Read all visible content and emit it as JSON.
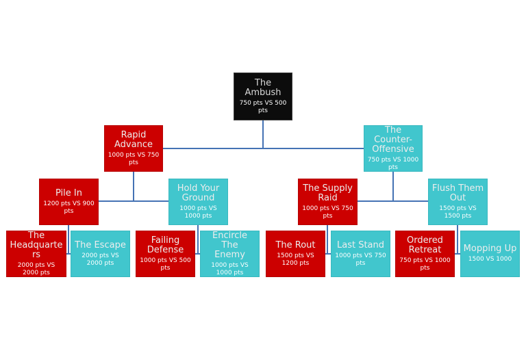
{
  "diagram": {
    "description": "Campaign battle tree",
    "colors": {
      "root_black": "#0c0c0c",
      "attacker_red": "#cc0000",
      "defender_cyan": "#41c6cd",
      "connector_blue": "#4472b4",
      "title_text": "#ededed",
      "points_text": "#ffffff",
      "background": "#ffffff"
    }
  },
  "nodes": {
    "ambush": {
      "title": "The\nAmbush",
      "points": "750 pts VS 500\npts",
      "color": "black",
      "parent": null
    },
    "rapid_advance": {
      "title": "Rapid\nAdvance",
      "points": "1000 pts VS 750\npts",
      "color": "red",
      "parent": "ambush"
    },
    "counter_offensive": {
      "title": "The\nCounter-\nOffensive",
      "points": "750 pts VS 1000\npts",
      "color": "cyan",
      "parent": "ambush"
    },
    "pile_in": {
      "title": "Pile In",
      "points": "1200 pts VS 900\npts",
      "color": "red",
      "parent": "rapid_advance"
    },
    "hold_your_ground": {
      "title": "Hold Your\nGround",
      "points": "1000 pts VS\n1000 pts",
      "color": "cyan",
      "parent": "rapid_advance"
    },
    "supply_raid": {
      "title": "The Supply\nRaid",
      "points": "1000 pts VS 750\npts",
      "color": "red",
      "parent": "counter_offensive"
    },
    "flush_them_out": {
      "title": "Flush Them\nOut",
      "points": "1500 pts VS\n1500 pts",
      "color": "cyan",
      "parent": "counter_offensive"
    },
    "headquarters": {
      "title": "The\nHeadquarters",
      "points": "2000 pts VS\n2000 pts",
      "color": "red",
      "parent": "pile_in"
    },
    "escape": {
      "title": "The Escape",
      "points": "2000 pts VS\n2000 pts",
      "color": "cyan",
      "parent": "pile_in"
    },
    "failing_defense": {
      "title": "Failing\nDefense",
      "points": "1000 pts VS 500\npts",
      "color": "red",
      "parent": "hold_your_ground"
    },
    "encircle_enemy": {
      "title": "Encircle The\nEnemy",
      "points": "1000 pts VS\n1000 pts",
      "color": "cyan",
      "parent": "hold_your_ground"
    },
    "rout": {
      "title": "The Rout",
      "points": "1500 pts VS\n1200 pts",
      "color": "red",
      "parent": "supply_raid"
    },
    "last_stand": {
      "title": "Last Stand",
      "points": "1000 pts VS 750\npts",
      "color": "cyan",
      "parent": "supply_raid"
    },
    "ordered_retreat": {
      "title": "Ordered\nRetreat",
      "points": "750 pts VS 1000\npts",
      "color": "red",
      "parent": "flush_them_out"
    },
    "mopping_up": {
      "title": "Mopping Up",
      "points": "1500 VS 1000",
      "color": "cyan",
      "parent": "flush_them_out"
    }
  }
}
